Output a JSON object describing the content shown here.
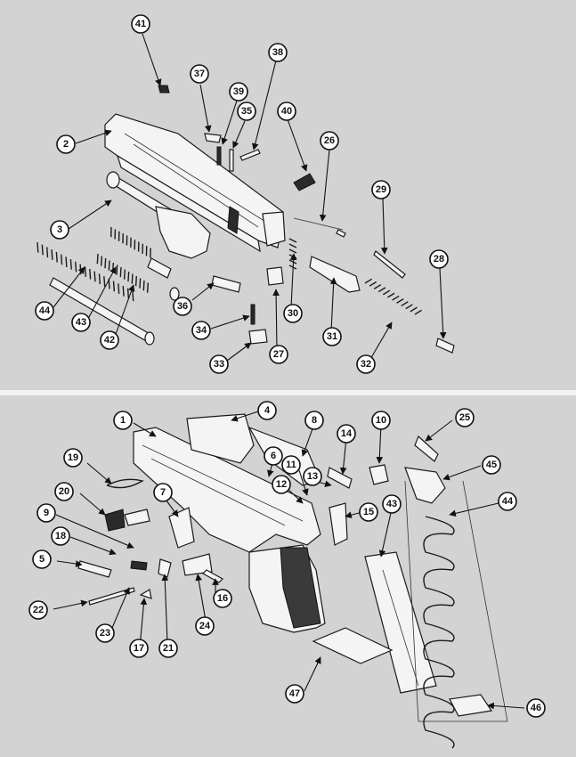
{
  "diagram": {
    "top_panel_labels": [
      "41",
      "37",
      "39",
      "35",
      "38",
      "40",
      "2",
      "26",
      "29",
      "3",
      "28",
      "44",
      "43",
      "42",
      "36",
      "34",
      "30",
      "31",
      "27",
      "33",
      "32"
    ],
    "bottom_panel_labels": [
      "1",
      "4",
      "8",
      "10",
      "25",
      "14",
      "45",
      "19",
      "6",
      "11",
      "13",
      "12",
      "20",
      "7",
      "15",
      "44",
      "43",
      "9",
      "18",
      "5",
      "16",
      "22",
      "23",
      "21",
      "24",
      "17",
      "47",
      "46"
    ]
  }
}
